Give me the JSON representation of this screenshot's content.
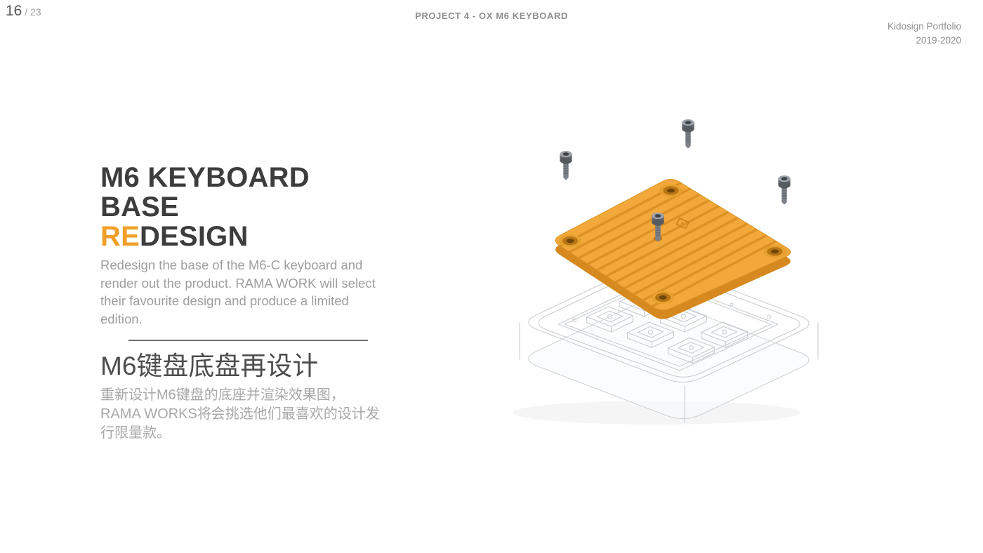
{
  "header": {
    "page_number": "16",
    "page_total": " / 23",
    "project_title": "PROJECT 4 - OX M6 KEYBOARD",
    "portfolio_name": "Kidosign Portfolio",
    "portfolio_years": "2019-2020"
  },
  "content": {
    "title_en_line1": "M6 KEYBOARD BASE",
    "title_en_accent": "RE",
    "title_en_rest": "DESIGN",
    "body_en": "Redesign the base of the M6-C keyboard and render out the product. RAMA WORK will select their favourite design and produce a limited edition.",
    "title_zh": "M6键盘底盘再设计",
    "body_zh": "重新设计M6键盘的底座并渲染效果图， RAMA WORKS将会挑选他们最喜欢的设计发行限量款。"
  },
  "render": {
    "label": "ox-m6-keyboard-exploded-render",
    "colors": {
      "accent": "#F0A028",
      "plate": "#F2A83A",
      "plate_rib": "#DC9125",
      "plate_side": "#D6891F",
      "hole_outer": "#E5A02E",
      "hole_mid": "#B87413",
      "hole_center": "#6E4708",
      "wireframe": "#C9CDD1",
      "screw_head": "#62676D",
      "screw_top": "#9BA1A7",
      "screw_shaft": "#7C8187"
    }
  }
}
